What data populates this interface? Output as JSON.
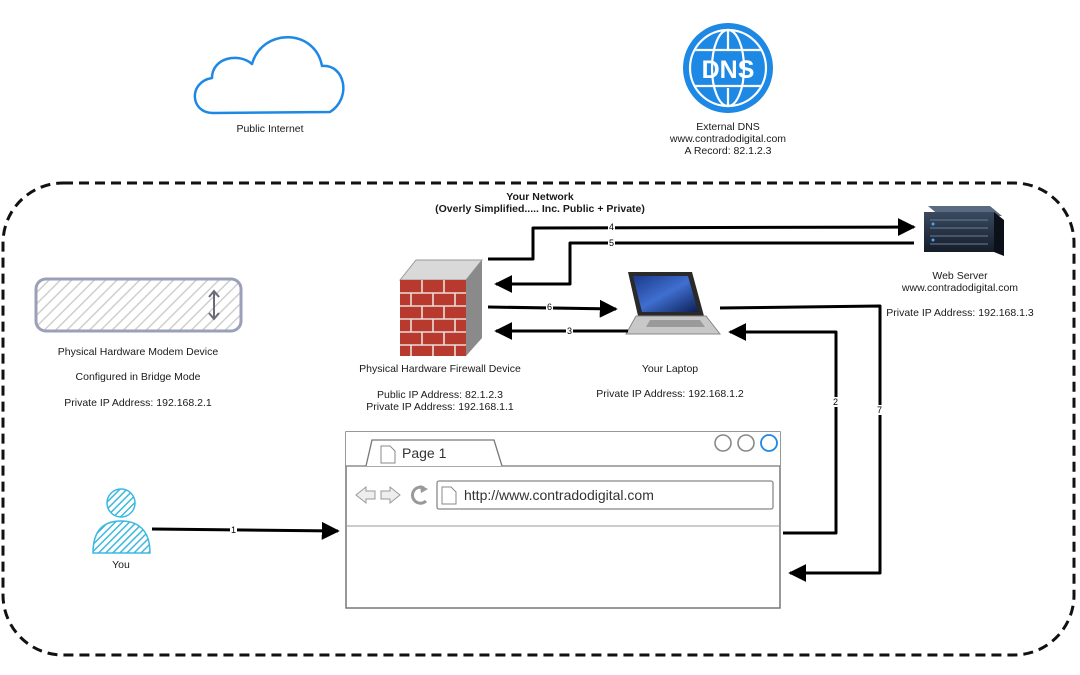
{
  "cloud": {
    "label": "Public Internet"
  },
  "dns": {
    "icon_text": "DNS",
    "title": "External DNS",
    "domain": "www.contradodigital.com",
    "record": "A Record: 82.1.2.3"
  },
  "network": {
    "title": "Your Network",
    "subtitle": "(Overly Simplified..... Inc. Public + Private)"
  },
  "modem": {
    "label": "Physical Hardware Modem Device",
    "mode": "Configured in Bridge Mode",
    "ip": "Private IP Address: 192.168.2.1"
  },
  "firewall": {
    "label": "Physical Hardware Firewall Device",
    "public_ip": "Public IP Address: 82.1.2.3",
    "private_ip": "Private IP Address: 192.168.1.1"
  },
  "laptop": {
    "label": "Your Laptop",
    "ip": "Private IP Address: 192.168.1.2"
  },
  "webserver": {
    "label": "Web Server",
    "domain": "www.contradodigital.com",
    "ip": "Private IP Address: 192.168.1.3"
  },
  "user": {
    "label": "You"
  },
  "browser": {
    "tab": "Page 1",
    "url": "http://www.contradodigital.com"
  },
  "arrows": {
    "a1": "1",
    "a2": "2",
    "a3": "3",
    "a4": "4",
    "a5": "5",
    "a6": "6",
    "a7": "7"
  },
  "colors": {
    "accent_blue": "#1e88e5",
    "firewall_red": "#b83a2e",
    "person_blue": "#3db8e0",
    "arrow": "#000000"
  }
}
